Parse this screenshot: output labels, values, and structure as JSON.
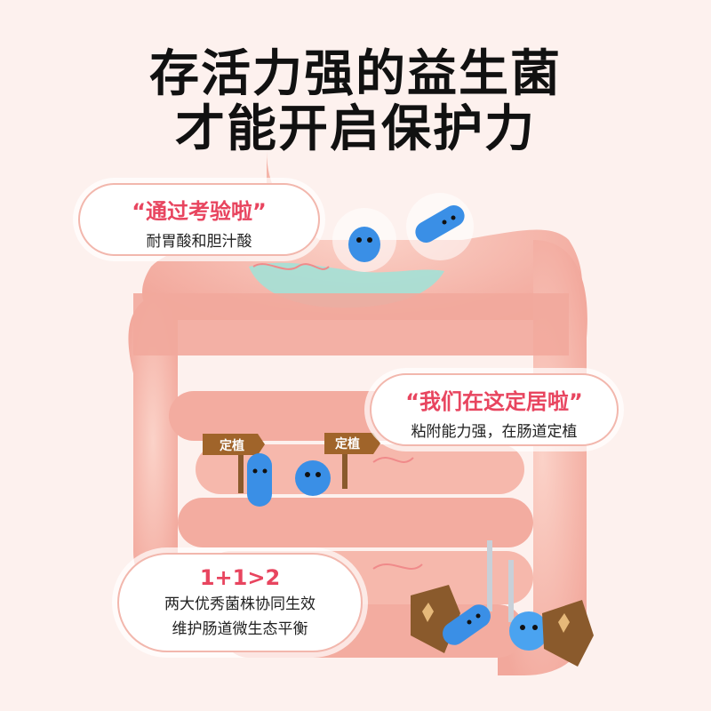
{
  "title": {
    "line1": "存活力强的益生菌",
    "line2": "才能开启保护力"
  },
  "bubbles": [
    {
      "head": "“通过考验啦”",
      "sub": "耐胃酸和胆汁酸"
    },
    {
      "head": "“我们在这定居啦”",
      "sub": "粘附能力强，在肠道定植"
    },
    {
      "head": "1+1>2",
      "sub1": "两大优秀菌株协同生效",
      "sub2": "维护肠道微生态平衡"
    }
  ],
  "signs": {
    "left": "定植",
    "right": "定植"
  },
  "colors": {
    "background": "#fdf1ee",
    "intestine": "#f2a89c",
    "intestine_light": "#fbd2c8",
    "accent_red": "#e8455f",
    "bacteria_blue": "#3a8fe6",
    "stomach_fluid": "#9fe3d8"
  },
  "icons": [
    "probiotic-round-icon",
    "probiotic-rod-icon",
    "signpost-icon",
    "shield-icon",
    "sword-icon"
  ]
}
